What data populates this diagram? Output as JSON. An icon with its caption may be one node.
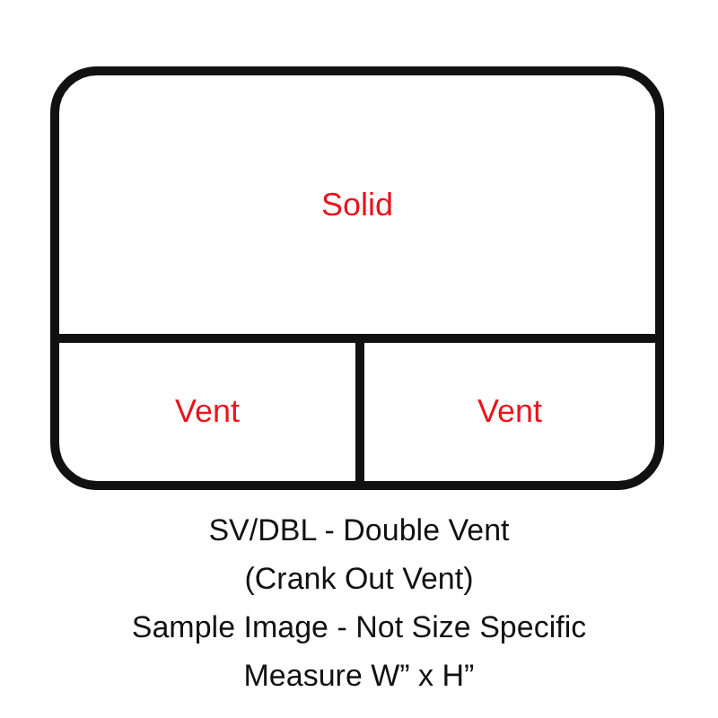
{
  "diagram": {
    "nodes": [
      {
        "text": [],
        "shape": "box"
      },
      {
        "text": [
          "Solid"
        ],
        "in": 0
      },
      {
        "text": [
          "Vent"
        ],
        "in": 0
      },
      {
        "text": [
          "Vent"
        ],
        "in": 0
      }
    ],
    "labels": [
      "SV/DBL - Double Vent",
      "(Crank Out Vent)",
      "Sample Image - Not Size Specific",
      "Measure W” x H”"
    ]
  }
}
